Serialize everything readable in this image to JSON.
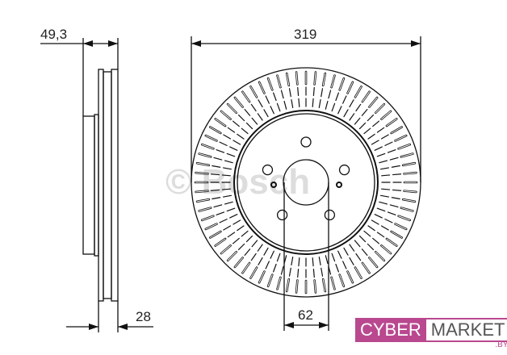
{
  "dimensions": {
    "hub_height": "49,3",
    "outer_diameter": "319",
    "disc_thickness": "28",
    "center_bore": "62"
  },
  "watermark": "© Bosch",
  "logo": {
    "part1": "CYBER",
    "part2": "MARKET",
    "suffix": ".BY",
    "color": "#b9488f"
  },
  "disc": {
    "vent_count": 72,
    "bolt_holes": 5
  }
}
